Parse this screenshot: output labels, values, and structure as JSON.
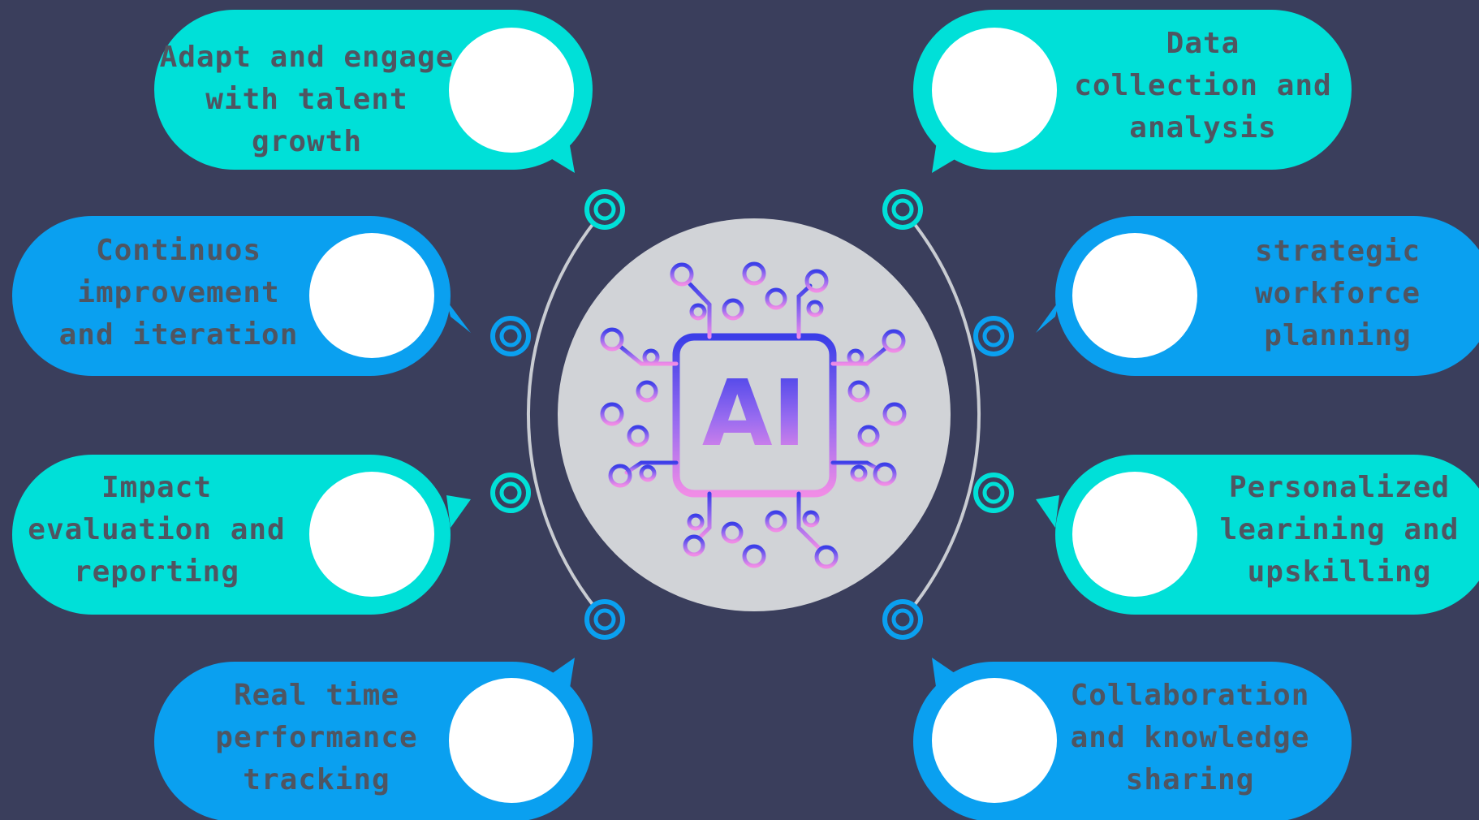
{
  "diagram": {
    "center_label": "AI",
    "colors": {
      "background": "#3a3e5c",
      "teal": "#00e0d8",
      "blue": "#0aa0f0",
      "center_circle": "#d1d3d7",
      "label_text": "#4f5561",
      "chip_gradient_top": "#3b3ee8",
      "chip_gradient_bottom": "#f08ce6"
    },
    "items": [
      {
        "lines": [
          "Adapt and engage",
          "with talent",
          "growth"
        ],
        "color": "teal"
      },
      {
        "lines": [
          "Continuos",
          "improvement",
          "and iteration"
        ],
        "color": "blue"
      },
      {
        "lines": [
          "Impact",
          "evaluation and",
          "reporting"
        ],
        "color": "teal"
      },
      {
        "lines": [
          "Real time",
          "performance",
          "tracking"
        ],
        "color": "blue"
      },
      {
        "lines": [
          "Data",
          "collection and",
          "analysis"
        ],
        "color": "teal"
      },
      {
        "lines": [
          "strategic",
          "workforce",
          "planning"
        ],
        "color": "blue"
      },
      {
        "lines": [
          "Personalized",
          "learining and",
          "upskilling"
        ],
        "color": "teal"
      },
      {
        "lines": [
          "Collaboration",
          "and knowledge",
          "sharing"
        ],
        "color": "blue"
      }
    ]
  }
}
